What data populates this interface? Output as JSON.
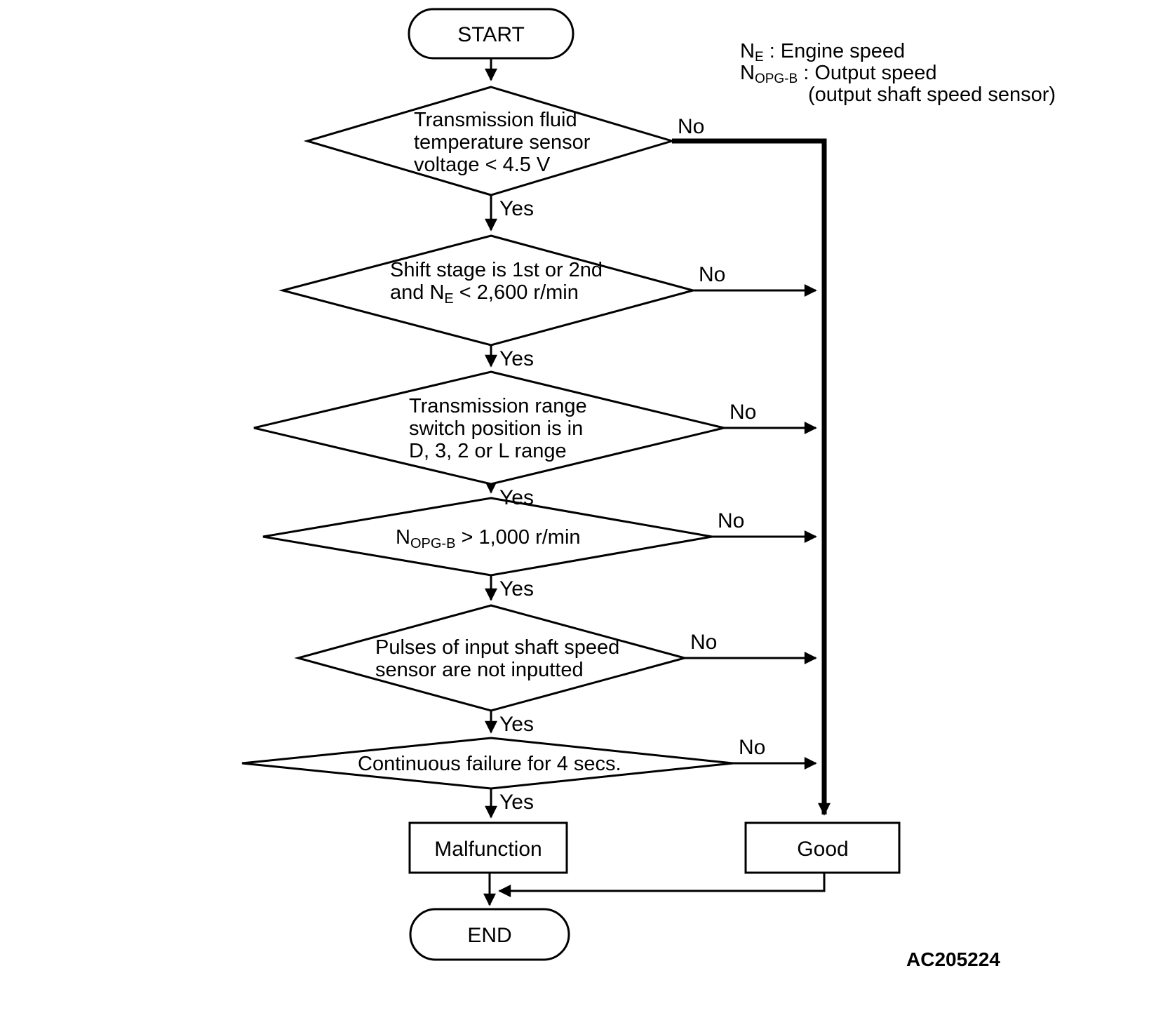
{
  "title": "Output shaft speed sensor diagnostic flow",
  "terminals": {
    "start": "START",
    "end": "END"
  },
  "labels": {
    "yes": "Yes",
    "no": "No"
  },
  "legend": {
    "line1_pre": "N",
    "line1_sub": "E",
    "line1_post": " : Engine speed",
    "line2_pre": "N",
    "line2_sub": "OPG-B",
    "line2_post": " : Output speed",
    "line3": "(output shaft speed sensor)"
  },
  "decisions": [
    {
      "name": "fluid-temp-sensor-voltage",
      "lines": [
        "Transmission fluid",
        "temperature sensor",
        "voltage < 4.5 V"
      ]
    },
    {
      "name": "shift-stage",
      "line1": "Shift stage is 1st or 2nd",
      "line2_pre": "and N",
      "line2_sub": "E",
      "line2_post": " < 2,600 r/min"
    },
    {
      "name": "range-switch-position",
      "lines": [
        "Transmission range",
        "switch position is in",
        "D, 3, 2 or L range"
      ]
    },
    {
      "name": "output-speed-threshold",
      "line_pre": "N",
      "line_sub": "OPG-B",
      "line_post": " > 1,000 r/min"
    },
    {
      "name": "input-shaft-pulses",
      "lines": [
        "Pulses of input shaft speed",
        "sensor are not inputted"
      ]
    },
    {
      "name": "continuous-failure",
      "line": "Continuous failure for 4 secs."
    }
  ],
  "results": {
    "malfunction": "Malfunction",
    "good": "Good"
  },
  "figure_label": "AC205224",
  "colors": {
    "line": "#000000",
    "text": "#000000",
    "background": "#ffffff"
  }
}
